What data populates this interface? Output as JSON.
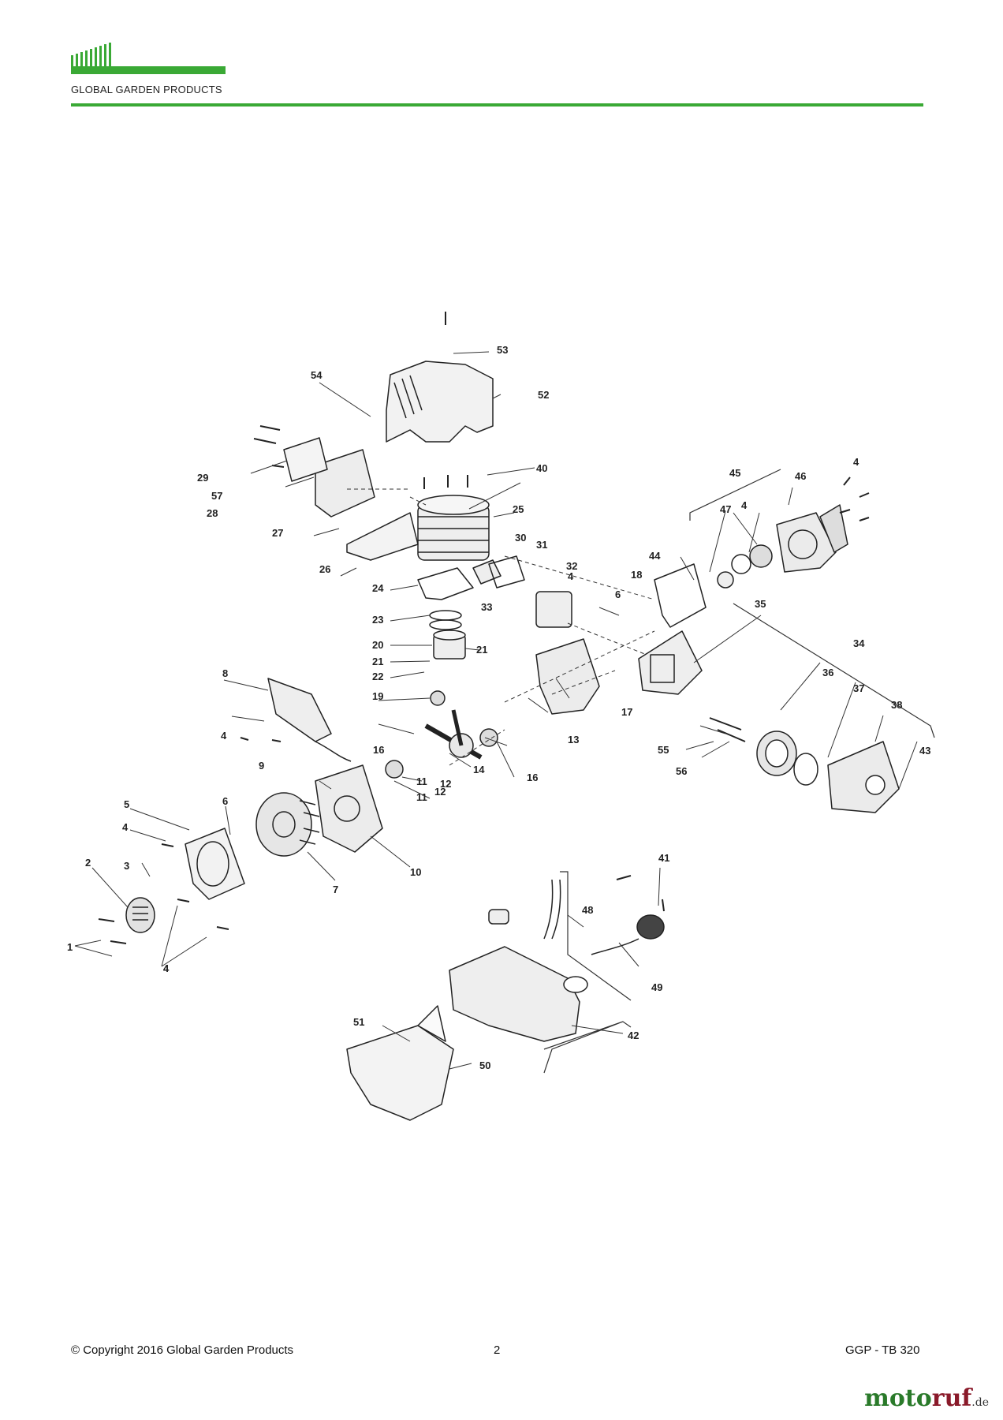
{
  "header": {
    "brand": "GLOBAL GARDEN PRODUCTS",
    "accent_color": "#3aa935",
    "logo_icon": "ggp-bars-logo-icon"
  },
  "diagram": {
    "labels": [
      "1",
      "2",
      "3",
      "4",
      "4",
      "4",
      "5",
      "6",
      "7",
      "8",
      "4",
      "9",
      "10",
      "11",
      "12",
      "11",
      "12",
      "13",
      "14",
      "16",
      "16",
      "17",
      "6",
      "18",
      "19",
      "20",
      "21",
      "21",
      "22",
      "23",
      "24",
      "25",
      "26",
      "27",
      "28",
      "57",
      "29",
      "30",
      "31",
      "32",
      "4",
      "33",
      "34",
      "35",
      "36",
      "37",
      "38",
      "43",
      "44",
      "45",
      "46",
      "47",
      "4",
      "4",
      "40",
      "41",
      "42",
      "48",
      "49",
      "50",
      "51",
      "52",
      "53",
      "54",
      "55",
      "56"
    ]
  },
  "footer": {
    "copyright": "© Copyright 2016 Global Garden Products",
    "page_number": "2",
    "model": "GGP - TB 320"
  },
  "watermark": {
    "text_moto": "moto",
    "text_ruf": "ruf",
    "suffix": ".de",
    "color_moto": "#2a7a2a",
    "color_ruf": "#8a1a2a"
  }
}
